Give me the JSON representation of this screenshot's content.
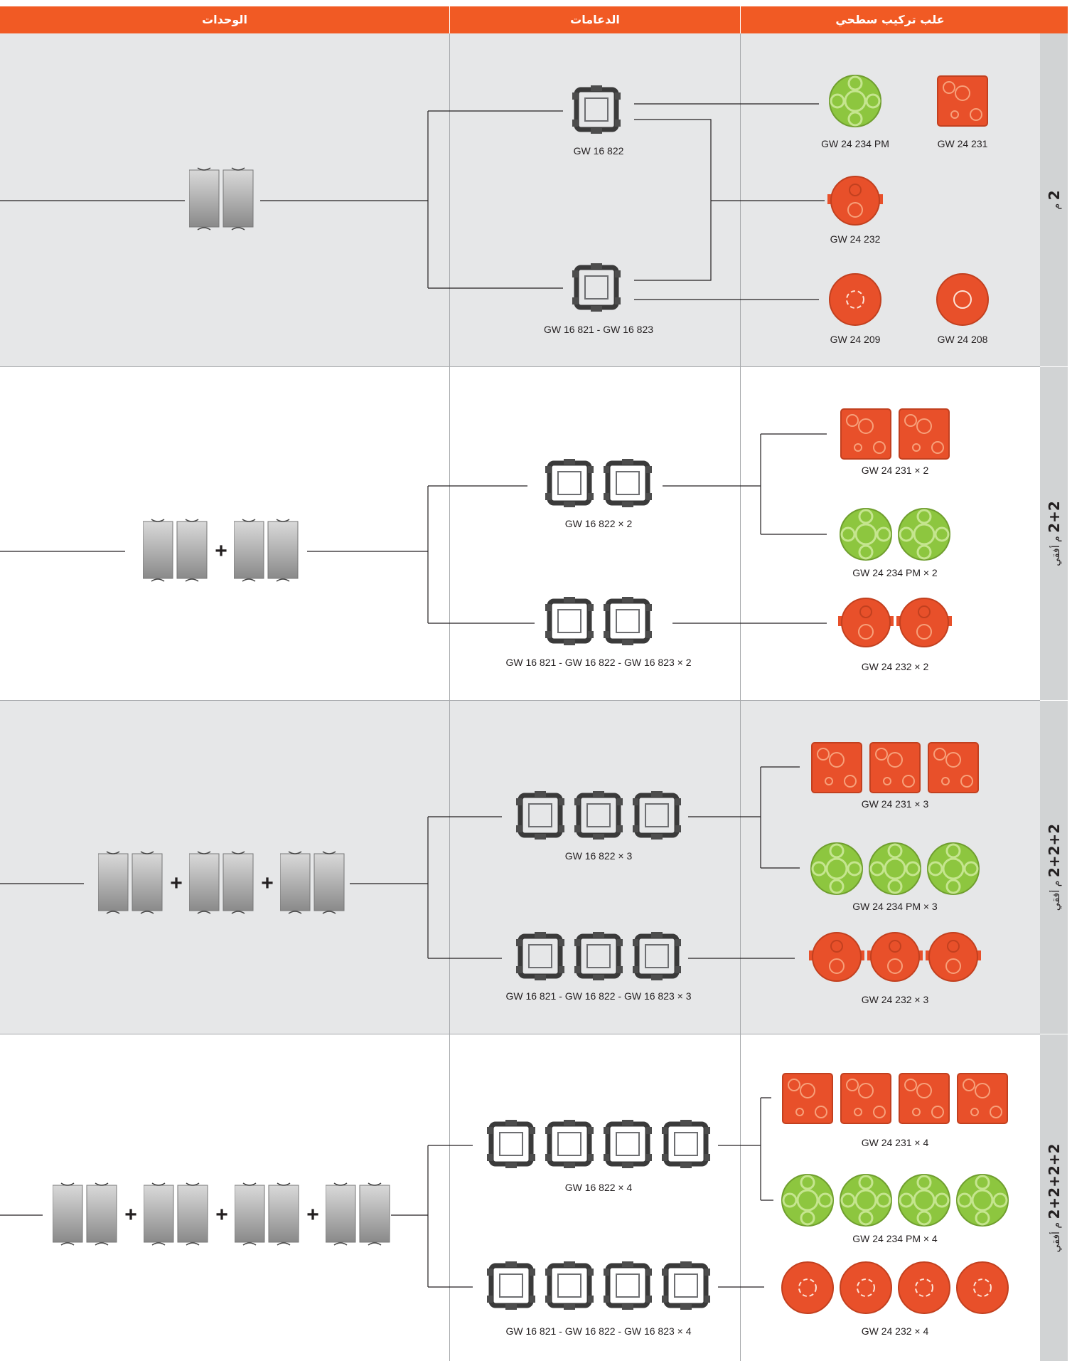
{
  "header": {
    "col_units": "الوحدات",
    "col_supports": "الدعامات",
    "col_boxes": "علب تركيب سطحي"
  },
  "rows": [
    {
      "label_num": "2",
      "label_text": "م",
      "supports": [
        {
          "code": "GW 16 822"
        },
        {
          "code": "GW 16 821 - GW 16 823"
        }
      ],
      "boxes": [
        {
          "code": "GW 24 234 PM",
          "color": "green-round"
        },
        {
          "code": "GW 24 231",
          "color": "red-square"
        },
        {
          "code": "GW 24 232",
          "color": "red-round-ears"
        },
        {
          "code": "GW 24 209",
          "color": "red-round"
        },
        {
          "code": "GW 24 208",
          "color": "red-round-plain"
        }
      ]
    },
    {
      "label_num": "2+2",
      "label_text": "م أفقي",
      "supports": [
        {
          "code": "GW 16 822 × 2"
        },
        {
          "code": "GW 16 821 - GW 16 822 - GW 16 823 × 2"
        }
      ],
      "boxes": [
        {
          "code": "GW 24 231 × 2"
        },
        {
          "code": "GW 24 234 PM × 2"
        },
        {
          "code": "GW 24 232 × 2"
        }
      ]
    },
    {
      "label_num": "2+2+2",
      "label_text": "م أفقي",
      "supports": [
        {
          "code": "GW 16 822 × 3"
        },
        {
          "code": "GW 16 821 - GW 16 822 - GW 16 823 × 3"
        }
      ],
      "boxes": [
        {
          "code": "GW 24 231 × 3"
        },
        {
          "code": "GW 24 234 PM × 3"
        },
        {
          "code": "GW 24 232 × 3"
        }
      ]
    },
    {
      "label_num": "2+2+2+2",
      "label_text": "م أفقي",
      "supports": [
        {
          "code": "GW 16 822 × 4"
        },
        {
          "code": "GW 16 821 - GW 16 822 - GW 16 823 × 4"
        }
      ],
      "boxes": [
        {
          "code": "GW 24 231 × 4"
        },
        {
          "code": "GW 24 234 PM × 4"
        },
        {
          "code": "GW 24 232 × 4"
        }
      ]
    }
  ],
  "plus_sign": "+",
  "colors": {
    "header": "#f15a24",
    "row_gray": "#e6e7e8",
    "sidebar": "#d1d3d4",
    "box_red": "#e8502a",
    "box_green": "#8dc63f",
    "frame_dark": "#3a3a3a"
  }
}
